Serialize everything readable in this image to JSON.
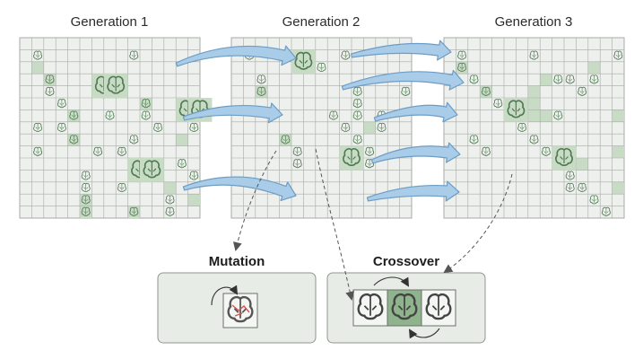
{
  "generations": [
    {
      "title": "Generation 1",
      "highlighted": [
        [
          1,
          2
        ],
        [
          2,
          3
        ],
        [
          4,
          6
        ],
        [
          4,
          8
        ],
        [
          5,
          13
        ],
        [
          5,
          14
        ],
        [
          9,
          14
        ],
        [
          10,
          5
        ],
        [
          12,
          12
        ],
        [
          13,
          8
        ],
        [
          14,
          13
        ]
      ],
      "brains": [
        [
          1,
          1
        ],
        [
          1,
          7
        ],
        [
          1,
          9
        ],
        [
          2,
          3
        ],
        [
          2,
          4
        ],
        [
          3,
          5
        ],
        [
          3,
          7
        ],
        [
          4,
          6
        ],
        [
          4,
          8
        ],
        [
          5,
          11
        ],
        [
          5,
          12
        ],
        [
          5,
          13
        ],
        [
          5,
          14
        ],
        [
          6,
          9
        ],
        [
          7,
          4
        ],
        [
          7,
          6
        ],
        [
          8,
          9
        ],
        [
          8,
          12
        ],
        [
          9,
          1
        ],
        [
          9,
          8
        ],
        [
          9,
          10
        ],
        [
          9,
          14
        ],
        [
          10,
          5
        ],
        [
          10,
          6
        ],
        [
          10,
          11
        ],
        [
          11,
          7
        ],
        [
          12,
          13
        ],
        [
          12,
          14
        ],
        [
          13,
          10
        ],
        [
          14,
          7
        ],
        [
          14,
          11
        ]
      ],
      "big_brains": [
        [
          6,
          3
        ],
        [
          7,
          3
        ],
        [
          9,
          10
        ],
        [
          10,
          10
        ],
        [
          13,
          5
        ],
        [
          14,
          5
        ]
      ]
    },
    {
      "title": "Generation 2",
      "highlighted": [
        [
          2,
          4
        ],
        [
          4,
          8
        ],
        [
          5,
          2
        ],
        [
          6,
          2
        ],
        [
          10,
          9
        ],
        [
          10,
          10
        ],
        [
          11,
          7
        ]
      ],
      "brains": [
        [
          1,
          1
        ],
        [
          2,
          3
        ],
        [
          2,
          4
        ],
        [
          3,
          6
        ],
        [
          4,
          8
        ],
        [
          5,
          9
        ],
        [
          5,
          10
        ],
        [
          6,
          1
        ],
        [
          7,
          2
        ],
        [
          8,
          6
        ],
        [
          9,
          1
        ],
        [
          9,
          7
        ],
        [
          9,
          9
        ],
        [
          10,
          4
        ],
        [
          10,
          5
        ],
        [
          10,
          6
        ],
        [
          10,
          8
        ],
        [
          11,
          9
        ],
        [
          11,
          10
        ],
        [
          12,
          6
        ],
        [
          12,
          7
        ],
        [
          14,
          4
        ]
      ],
      "big_brains": [
        [
          5,
          1
        ],
        [
          9,
          9
        ]
      ]
    },
    {
      "title": "Generation 3",
      "highlighted": [
        [
          1,
          2
        ],
        [
          3,
          4
        ],
        [
          7,
          4
        ],
        [
          7,
          5
        ],
        [
          7,
          6
        ],
        [
          8,
          3
        ],
        [
          8,
          6
        ],
        [
          10,
          9
        ],
        [
          11,
          10
        ],
        [
          12,
          2
        ],
        [
          14,
          6
        ],
        [
          14,
          9
        ],
        [
          14,
          12
        ]
      ],
      "brains": [
        [
          1,
          1
        ],
        [
          1,
          2
        ],
        [
          2,
          3
        ],
        [
          3,
          4
        ],
        [
          4,
          5
        ],
        [
          5,
          6
        ],
        [
          6,
          7
        ],
        [
          7,
          8
        ],
        [
          8,
          9
        ],
        [
          9,
          10
        ],
        [
          10,
          11
        ],
        [
          11,
          12
        ],
        [
          12,
          13
        ],
        [
          13,
          14
        ],
        [
          2,
          8
        ],
        [
          3,
          9
        ],
        [
          7,
          1
        ],
        [
          9,
          3
        ],
        [
          9,
          6
        ],
        [
          10,
          3
        ],
        [
          10,
          12
        ],
        [
          11,
          4
        ],
        [
          12,
          3
        ],
        [
          14,
          1
        ]
      ],
      "big_brains": [
        [
          5,
          5
        ],
        [
          9,
          9
        ]
      ]
    }
  ],
  "operators": [
    {
      "title": "Mutation"
    },
    {
      "title": "Crossover"
    }
  ],
  "colors": {
    "grid_line": "#a7aaa7",
    "cell": "#eef0ed",
    "highlight": "#c8dcc5",
    "brain": "#4f7a52",
    "arrow_fill": "#a9cce9",
    "arrow_stroke": "#6d9cc4",
    "panel_fill": "#e7ece6",
    "panel_stroke": "#8f968e",
    "mutation_mark": "#d9534f",
    "crossover_mid": "#8fb38c"
  }
}
